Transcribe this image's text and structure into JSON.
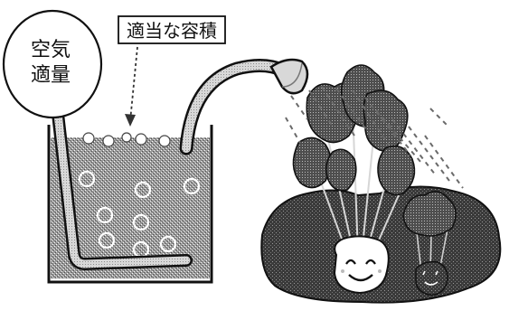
{
  "labels": {
    "air": [
      "空気",
      "適量"
    ],
    "volume": "適当な容積"
  },
  "colors": {
    "line": "#111111",
    "soil": "#3a3a3a",
    "leaf": "#4e4e4e",
    "water": "#8a8a8a",
    "paper": "#ffffff"
  },
  "icons": [
    "air-bubble-icon",
    "watering-can-icon",
    "radish-plant-icon",
    "smiling-face-icon"
  ]
}
